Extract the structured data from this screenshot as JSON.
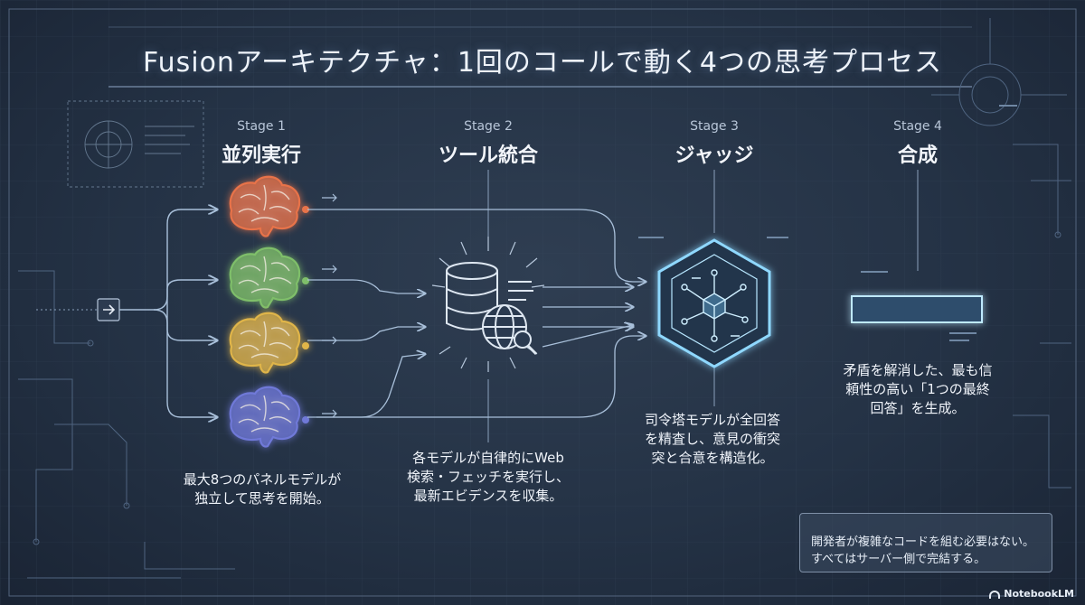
{
  "title": "Fusionアーキテクチャ：1回のコールで動く4つの思考プロセス",
  "stages": [
    {
      "label": "Stage 1",
      "name": "並列実行"
    },
    {
      "label": "Stage 2",
      "name": "ツール統合"
    },
    {
      "label": "Stage 3",
      "name": "ジャッジ"
    },
    {
      "label": "Stage 4",
      "name": "合成"
    }
  ],
  "descriptions": {
    "stage1": [
      "最大8つのパネルモデルが",
      "独立して思考を開始。"
    ],
    "stage2": [
      "各モデルが自律的にWeb",
      "検索・フェッチを実行し、",
      "最新エビデンスを収集。"
    ],
    "stage3": [
      "司令塔モデルが全回答",
      "を精査し、意見の衝突",
      "突と合意を構造化。"
    ],
    "stage4": [
      "矛盾を解消した、最も信",
      "頼性の高い「1つの最終",
      "回答」を生成。"
    ]
  },
  "note": [
    "開発者が複雑なコードを組む必要はない。",
    "すべてはサーバー側で完結する。"
  ],
  "brand": "NotebookLM",
  "icons": {
    "input": "arrow-right-icon",
    "models": "brain-icon",
    "tools": "database-globe-search-icon",
    "judge": "hexagon-cube-icon",
    "output": "answer-bar-icon"
  },
  "colors": {
    "brain_1": "#e8734a",
    "brain_2": "#7fbf6a",
    "brain_3": "#e0b54a",
    "brain_4": "#6f79d8",
    "accent": "#7fd4ff",
    "line": "#9fb8d4"
  }
}
